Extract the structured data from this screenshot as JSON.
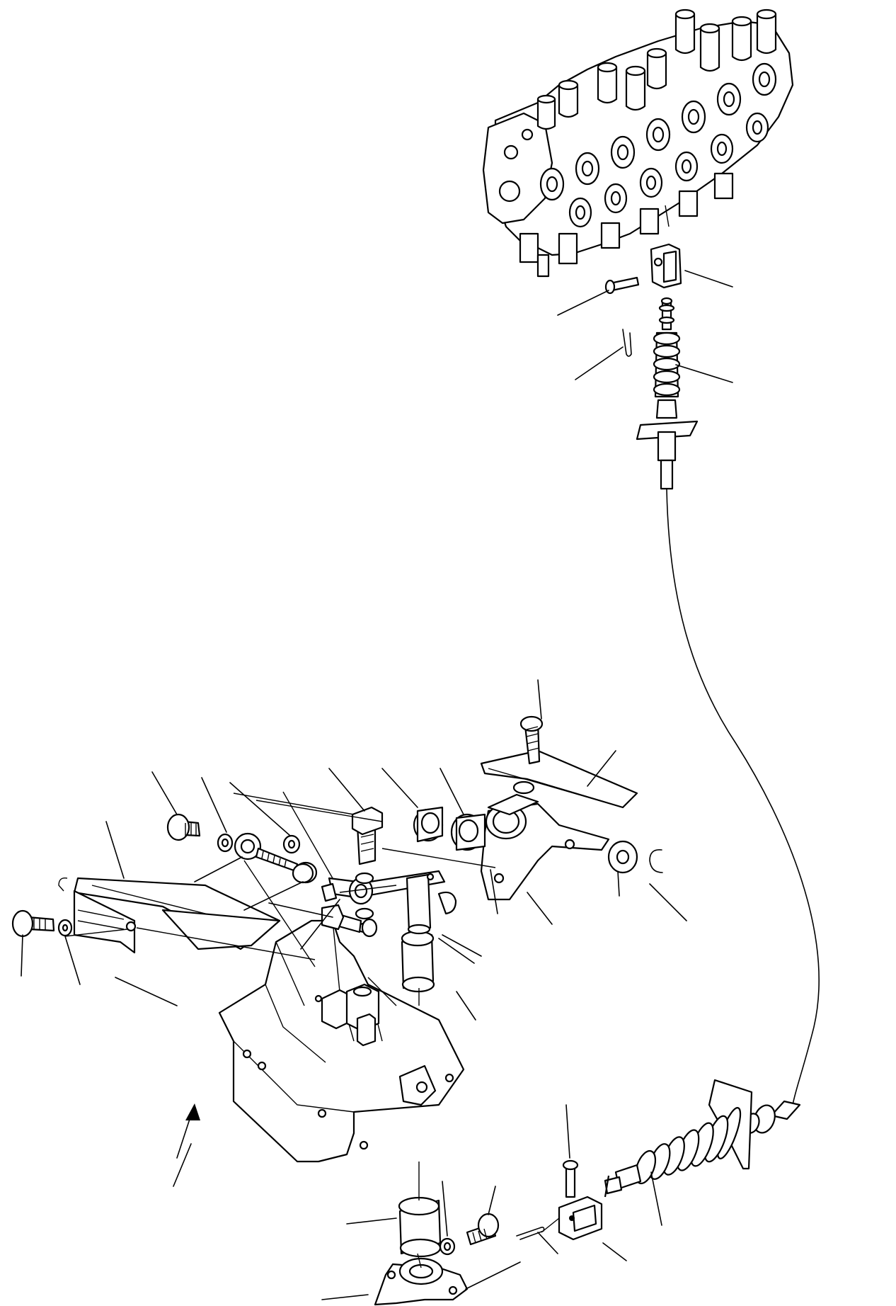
{
  "figure": {
    "kind": "exploded-parts-diagram",
    "description_visible_text": "",
    "line_color": "#000000",
    "background_color": "#ffffff"
  },
  "parts": [
    {
      "id": "control-valve-bank",
      "icon": "valve-block-icon"
    },
    {
      "id": "valve-clevis-top",
      "icon": "clevis-icon"
    },
    {
      "id": "clevis-pin-top",
      "icon": "pin-icon"
    },
    {
      "id": "cotter-pin-top",
      "icon": "cotter-pin-icon"
    },
    {
      "id": "cable-end-top",
      "icon": "cable-boot-icon"
    },
    {
      "id": "control-cable",
      "icon": "cable-icon"
    },
    {
      "id": "cable-end-bottom",
      "icon": "cable-boot-icon"
    },
    {
      "id": "clevis-bottom",
      "icon": "clevis-icon"
    },
    {
      "id": "cotter-pin-bottom",
      "icon": "cotter-pin-icon"
    },
    {
      "id": "pedal",
      "icon": "pedal-icon"
    },
    {
      "id": "pedal-bracket",
      "icon": "bracket-icon"
    },
    {
      "id": "bellcrank-lever",
      "icon": "lever-icon"
    },
    {
      "id": "cover-plate",
      "icon": "plate-icon"
    },
    {
      "id": "ball-joint-rod",
      "icon": "rod-end-icon"
    },
    {
      "id": "pivot-shaft",
      "icon": "shaft-icon"
    },
    {
      "id": "bushings",
      "icon": "bushing-icon"
    },
    {
      "id": "bottom-lever",
      "icon": "lever-icon"
    },
    {
      "id": "screws-washers",
      "icon": "screw-icon"
    }
  ],
  "leader_line_count": 33,
  "labels": []
}
